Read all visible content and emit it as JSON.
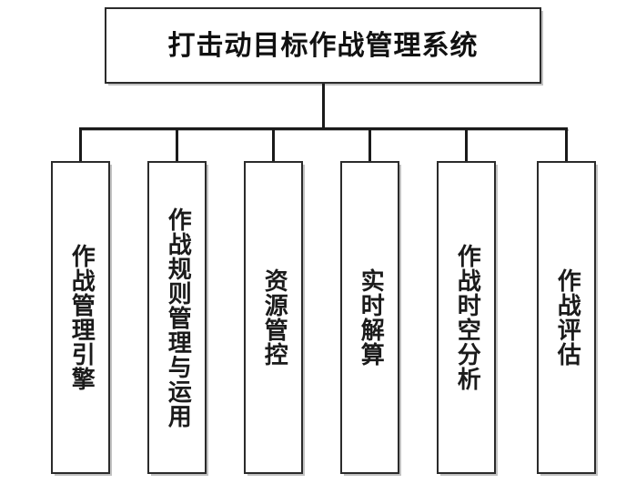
{
  "diagram": {
    "type": "organization-tree",
    "orientation": "top-down",
    "background_color": "#ffffff",
    "line_color": "#1a1a1a",
    "box_border_color": "#2b2b2b",
    "box_fill_color": "#ffffff",
    "text_color": "#111111",
    "root": {
      "label": "打击动目标作战管理系统"
    },
    "children": [
      {
        "label": "作战管理引擎"
      },
      {
        "label": "作战规则管理与运用"
      },
      {
        "label": "资源管控"
      },
      {
        "label": "实时解算"
      },
      {
        "label": "作战时空分析"
      },
      {
        "label": "作战评估"
      }
    ]
  }
}
